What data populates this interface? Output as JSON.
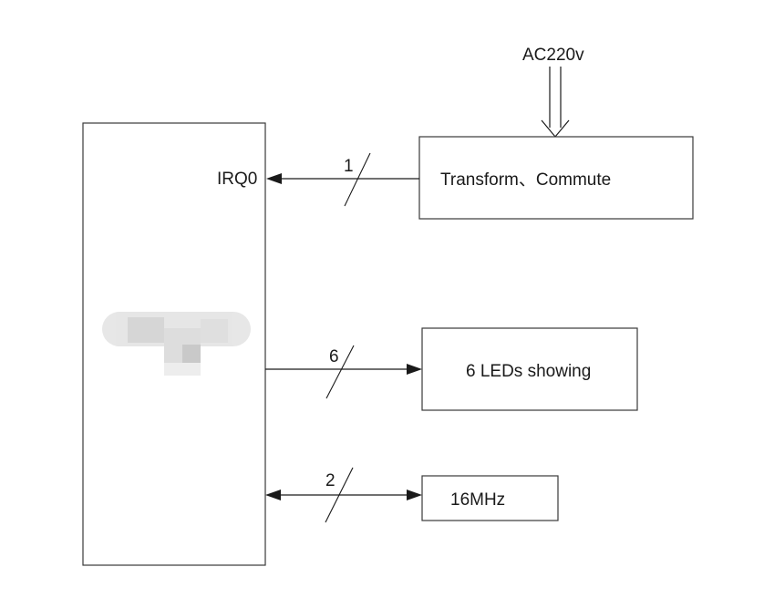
{
  "diagram": {
    "power_label": "AC220v",
    "mcu": {
      "pin_irq": "IRQ0"
    },
    "transform_block": {
      "label": "Transform、Commute"
    },
    "led_block": {
      "label": "6 LEDs  showing"
    },
    "clock_block": {
      "label": "16MHz"
    },
    "buses": {
      "irq_width": "1",
      "led_width": "6",
      "clock_width": "2"
    },
    "colors": {
      "line": "#1a1a1a",
      "box_border": "#3a3a3a"
    }
  }
}
